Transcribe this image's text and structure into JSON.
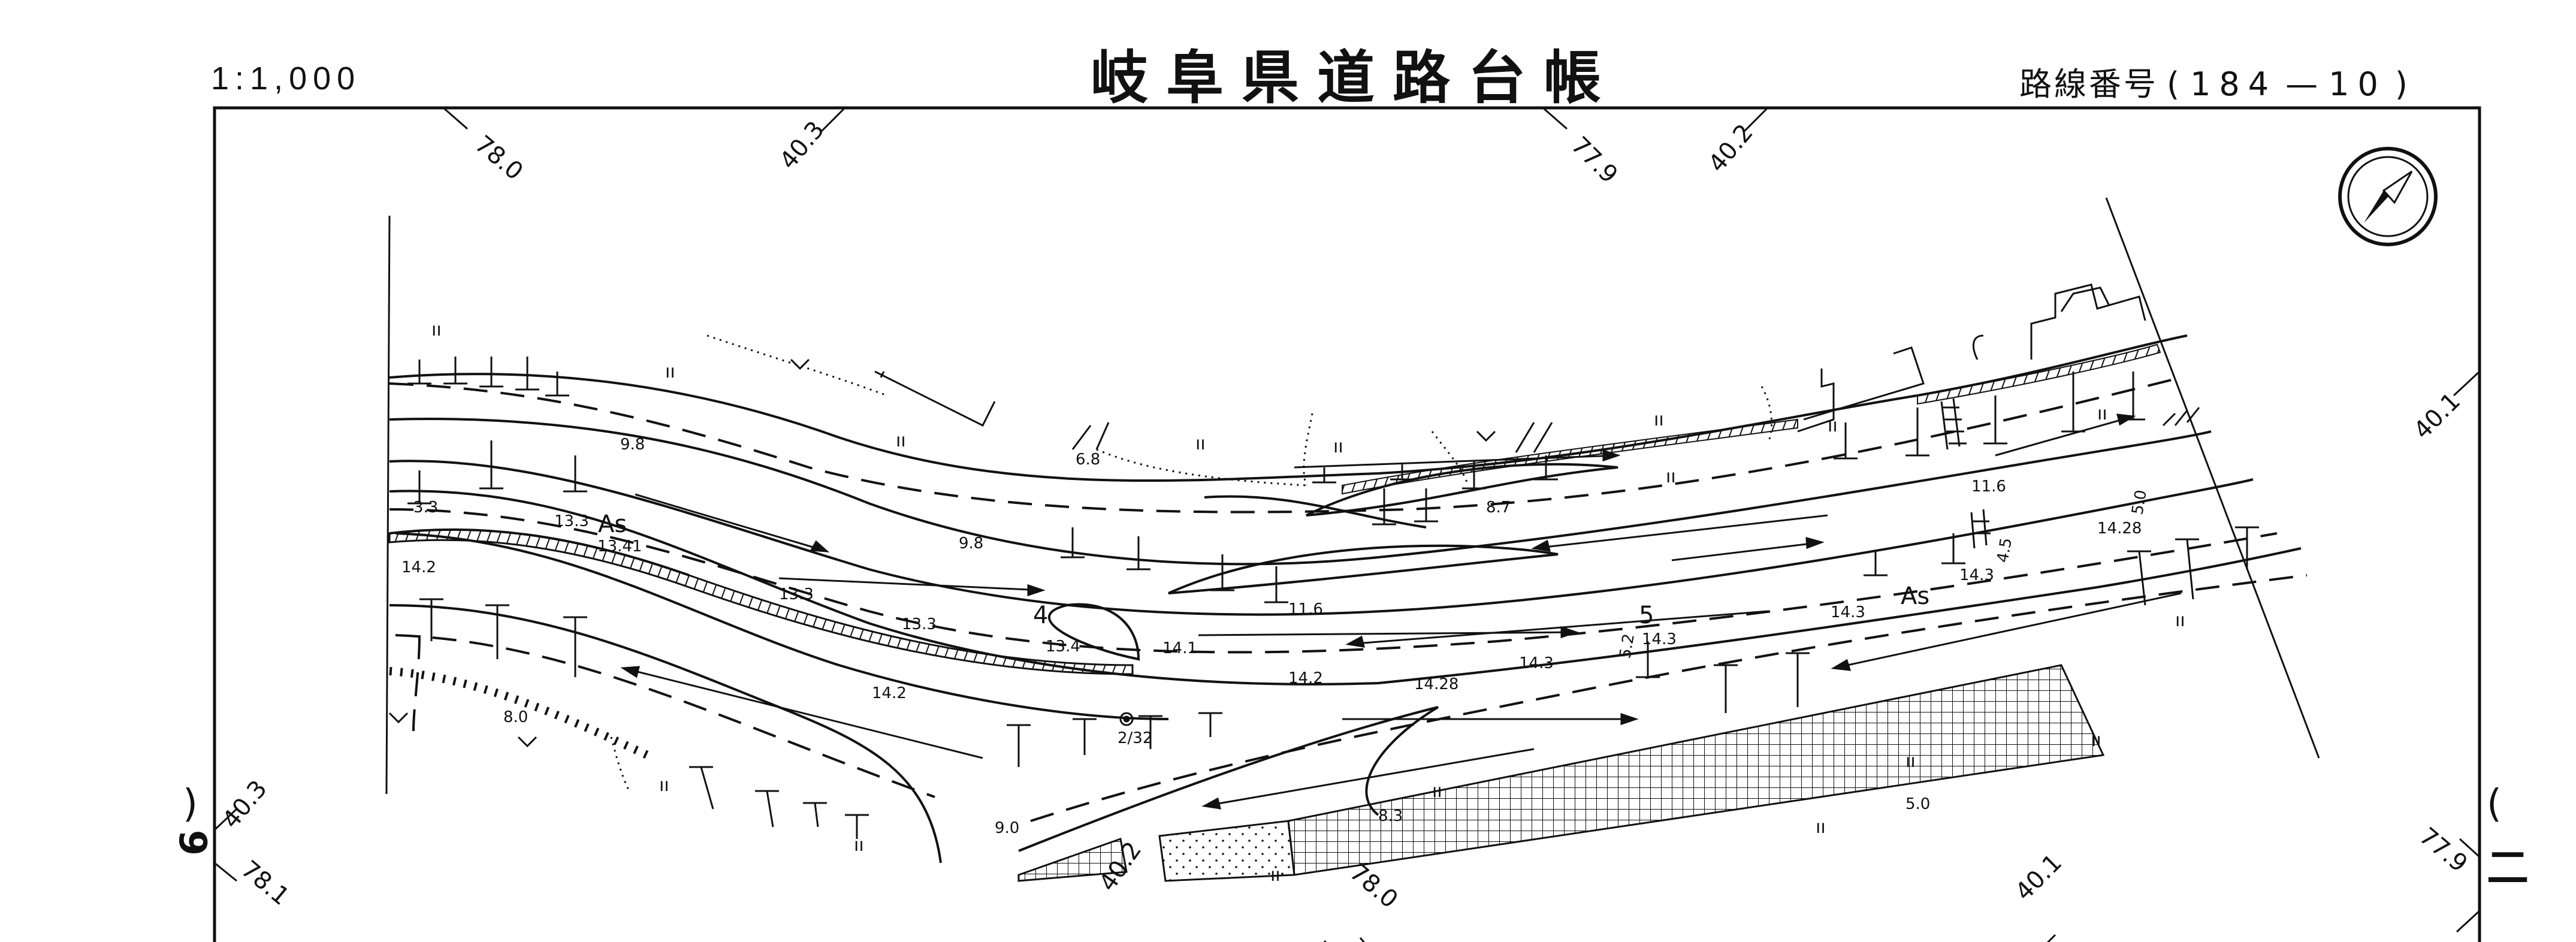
{
  "header": {
    "scale": "1:1,000",
    "title": "岐阜県道路台帳",
    "route_label": "路線番号",
    "route_number_a": "184",
    "route_number_b": "10"
  },
  "sheet": {
    "left_number": "9",
    "right_mark": "二"
  },
  "grid_labels": [
    {
      "text": "78.0"
    },
    {
      "text": "40.3"
    },
    {
      "text": "77.9"
    },
    {
      "text": "40.2"
    },
    {
      "text": "40.1"
    },
    {
      "text": "40.3"
    },
    {
      "text": "78.1"
    },
    {
      "text": "40.2"
    },
    {
      "text": "78.0"
    },
    {
      "text": "40.1"
    },
    {
      "text": "77.9"
    }
  ],
  "elevations": {
    "e_9_8a": "9.8",
    "e_3_3": "3.3",
    "e_13_3a": "13.3",
    "e_13_41": "13.41",
    "e_14_2a": "14.2",
    "e_6_8": "6.8",
    "e_9_8b": "9.8",
    "e_13_3b": "13.3",
    "e_13_3c": "13.3",
    "e_13_4": "13.4",
    "e_14_1": "14.1",
    "e_11_6a": "11.6",
    "e_14_2b": "14.2",
    "e_14_28a": "14.28",
    "e_14_2c": "14.2",
    "e_8_0": "8.0",
    "e_2_32": "2/32",
    "e_9_0": "9.0",
    "e_8_3": "8.3",
    "e_5_0": "5.0",
    "e_8_7": "8.7",
    "e_11_6b": "11.6",
    "e_14_3a": "14.3",
    "e_14_3b": "14.3",
    "e_14_3c": "14.3",
    "e_14_28b": "14.28",
    "e_14_3d": "14.3",
    "e_5_2": "5.2",
    "e_5_0b": "5.0",
    "e_4_5": "4.5"
  },
  "road_labels": {
    "as_west": "As",
    "as_east": "As",
    "km_4": "4",
    "km_5": "5"
  }
}
